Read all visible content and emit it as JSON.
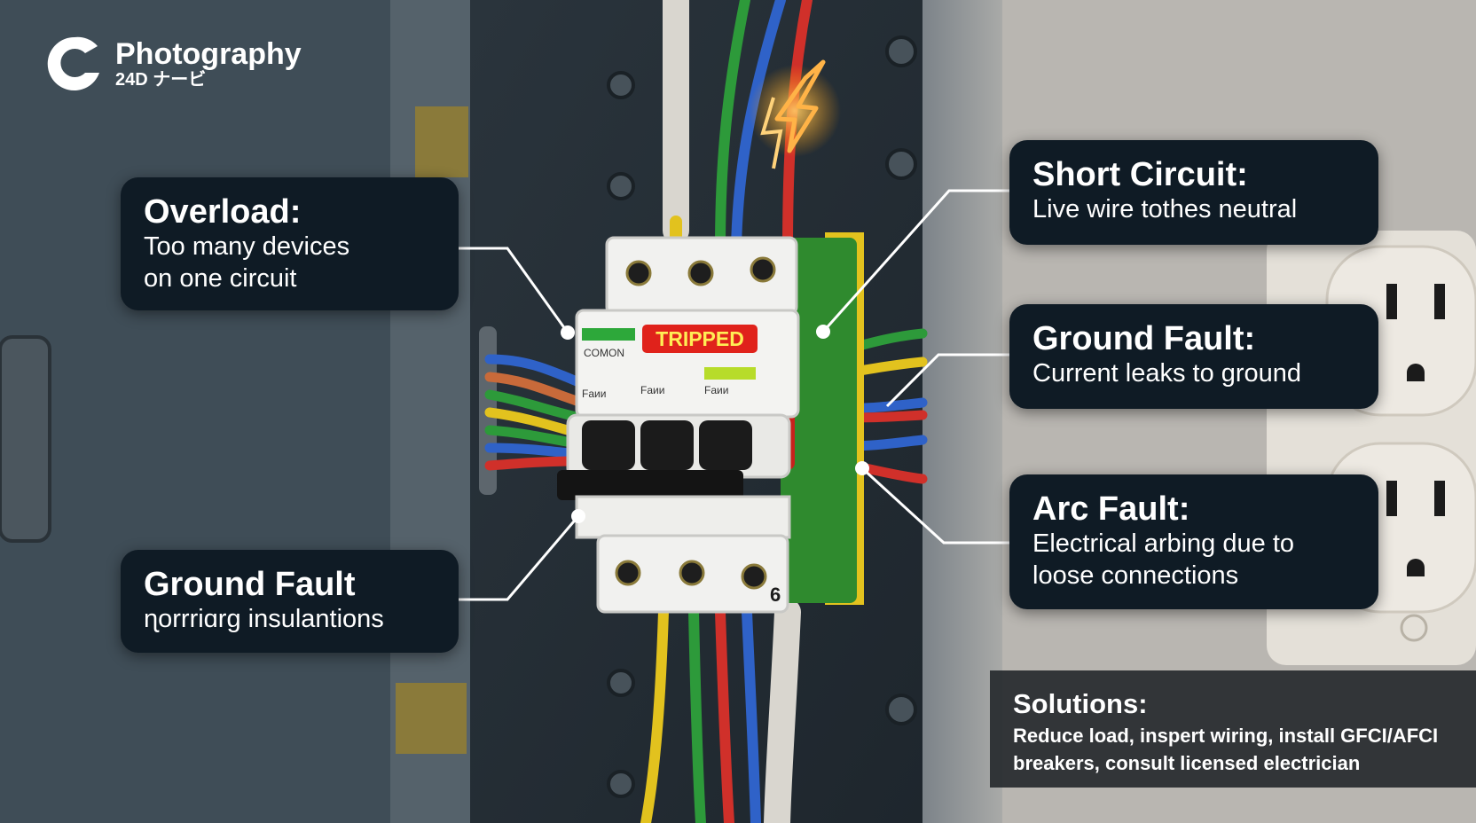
{
  "brand": {
    "name": "Photography",
    "sub": "24D ナービ"
  },
  "breaker": {
    "label_left": "COMON",
    "status": "TRIPPED",
    "marking_left": "Fаии",
    "marking_mid": "Fаии",
    "marking_right": "Fаии",
    "pole_number": "6"
  },
  "callouts": {
    "overload": {
      "title": "Overload:",
      "line1": "Too many devices",
      "line2": "on one circuit"
    },
    "ground_left": {
      "title": "Ground Fault",
      "desc": "ɳorrriɑrg insulantions"
    },
    "short": {
      "title": "Short Circuit:",
      "desc": "Live wire tothes neutral"
    },
    "ground_right": {
      "title": "Ground Fault:",
      "desc": "Current leaks to ground"
    },
    "arc": {
      "title": "Arc Fault:",
      "line1": "Electrical  arbing due to",
      "line2": "loose connections"
    }
  },
  "solutions": {
    "title": "Solutions:",
    "line1": "Reduce load, inspert wiring, install GFCI/AFCI",
    "line2": "breakers, consult licensed electrician"
  },
  "colors": {
    "callout_bg": "#0f1b25",
    "tripped_red": "#e0221b",
    "breaker_green": "#2f8a2e",
    "wire_red": "#d0302a",
    "wire_blue": "#2f62c8",
    "wire_green": "#2d9a3a",
    "wire_yellow": "#e2c21e",
    "spark": "#ffb347"
  }
}
